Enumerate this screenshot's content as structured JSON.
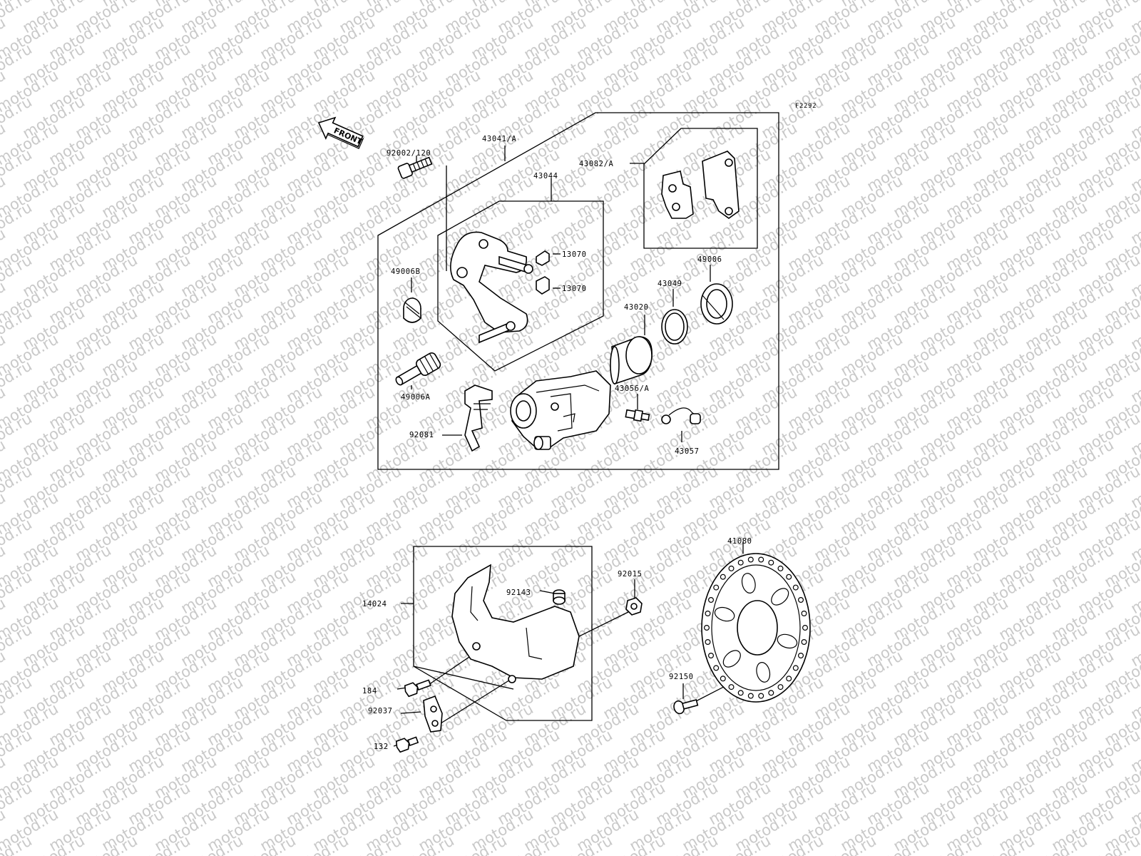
{
  "diagram": {
    "figure_code": "F2292",
    "front_marker": "FRONT",
    "watermark": "motod.ru",
    "labels": {
      "p92002_120": "92002/120",
      "p43041_A": "43041/A",
      "p43044": "43044",
      "p43082_A": "43082/A",
      "p13070_a": "13070",
      "p13070_b": "13070",
      "p49006B": "49006B",
      "p49006": "49006",
      "p43049": "43049",
      "p43020": "43020",
      "p49006A": "49006A",
      "p43056_A": "43056/A",
      "p92081": "92081",
      "p43057": "43057",
      "p41080": "41080",
      "p92015": "92015",
      "p92143": "92143",
      "p14024": "14024",
      "p184": "184",
      "p92037": "92037",
      "p132": "132",
      "p92150": "92150"
    }
  }
}
